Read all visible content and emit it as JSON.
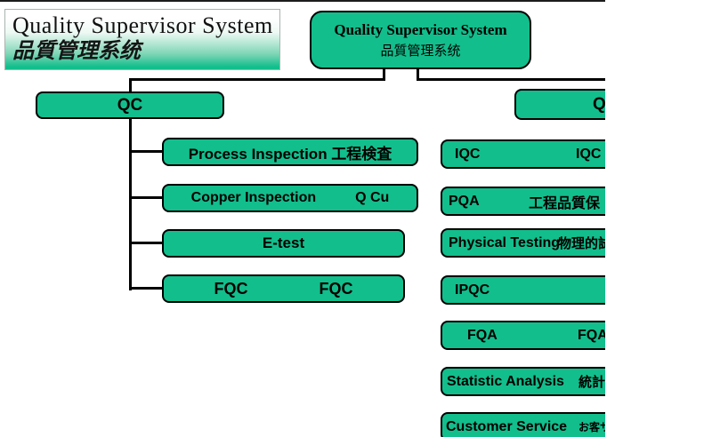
{
  "colors": {
    "node_fill": "#12be8c",
    "node_border": "#000000",
    "connector": "#000000",
    "banner_gradient_top": "#ffffff",
    "banner_gradient_bottom": "#12be8c",
    "background": "#ffffff"
  },
  "banner": {
    "title_en": "Quality Supervisor System",
    "title_cjk": "品質管理系统"
  },
  "root_box": {
    "title_en": "Quality Supervisor System",
    "title_cjk": "品質管理系统"
  },
  "left_branch": {
    "parent_label": "QC",
    "children": [
      {
        "label": "Process Inspection 工程検査"
      },
      {
        "part1": "Copper Inspection",
        "part2": "Q Cu"
      },
      {
        "label": "E-test"
      },
      {
        "part1": "FQC",
        "part2": "FQC"
      }
    ]
  },
  "right_branch": {
    "parent_label": "QA",
    "children": [
      {
        "part1": "IQC",
        "part2": "IQC"
      },
      {
        "part1": "PQA",
        "part2": "工程品質保"
      },
      {
        "part1": "Physical Testing",
        "part2": "物理的試"
      },
      {
        "part1": "IPQC"
      },
      {
        "part1": "FQA",
        "part2": "FQA"
      },
      {
        "part1": "Statistic Analysis",
        "part2": "統計"
      },
      {
        "part1": "Customer Service",
        "part2": "お客サー"
      }
    ]
  }
}
